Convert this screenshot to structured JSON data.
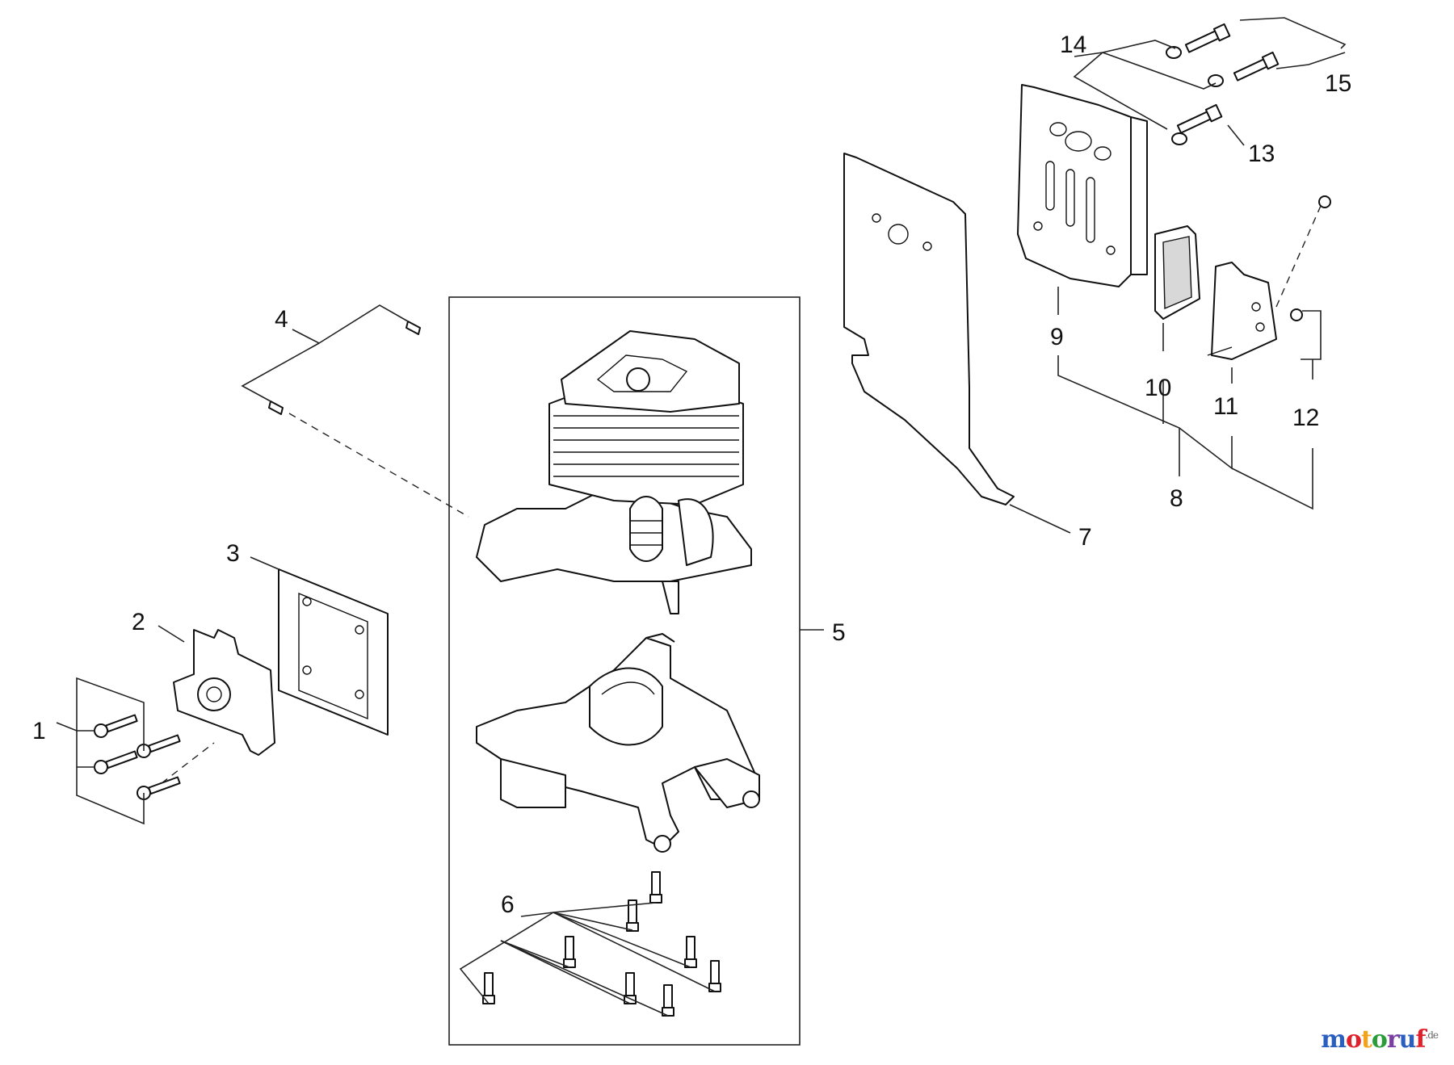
{
  "callouts": {
    "c1": "1",
    "c2": "2",
    "c3": "3",
    "c4": "4",
    "c5": "5",
    "c6": "6",
    "c7": "7",
    "c8": "8",
    "c9": "9",
    "c10": "10",
    "c11": "11",
    "c12": "12",
    "c13": "13",
    "c14": "14",
    "c15": "15"
  },
  "watermark": {
    "brand": "motoruf",
    "tld": ".de",
    "colors": [
      "#2a5fbf",
      "#e0202a",
      "#f4a21b",
      "#2a9d3a",
      "#7a3fa0",
      "#2a5fbf",
      "#e0202a"
    ]
  }
}
